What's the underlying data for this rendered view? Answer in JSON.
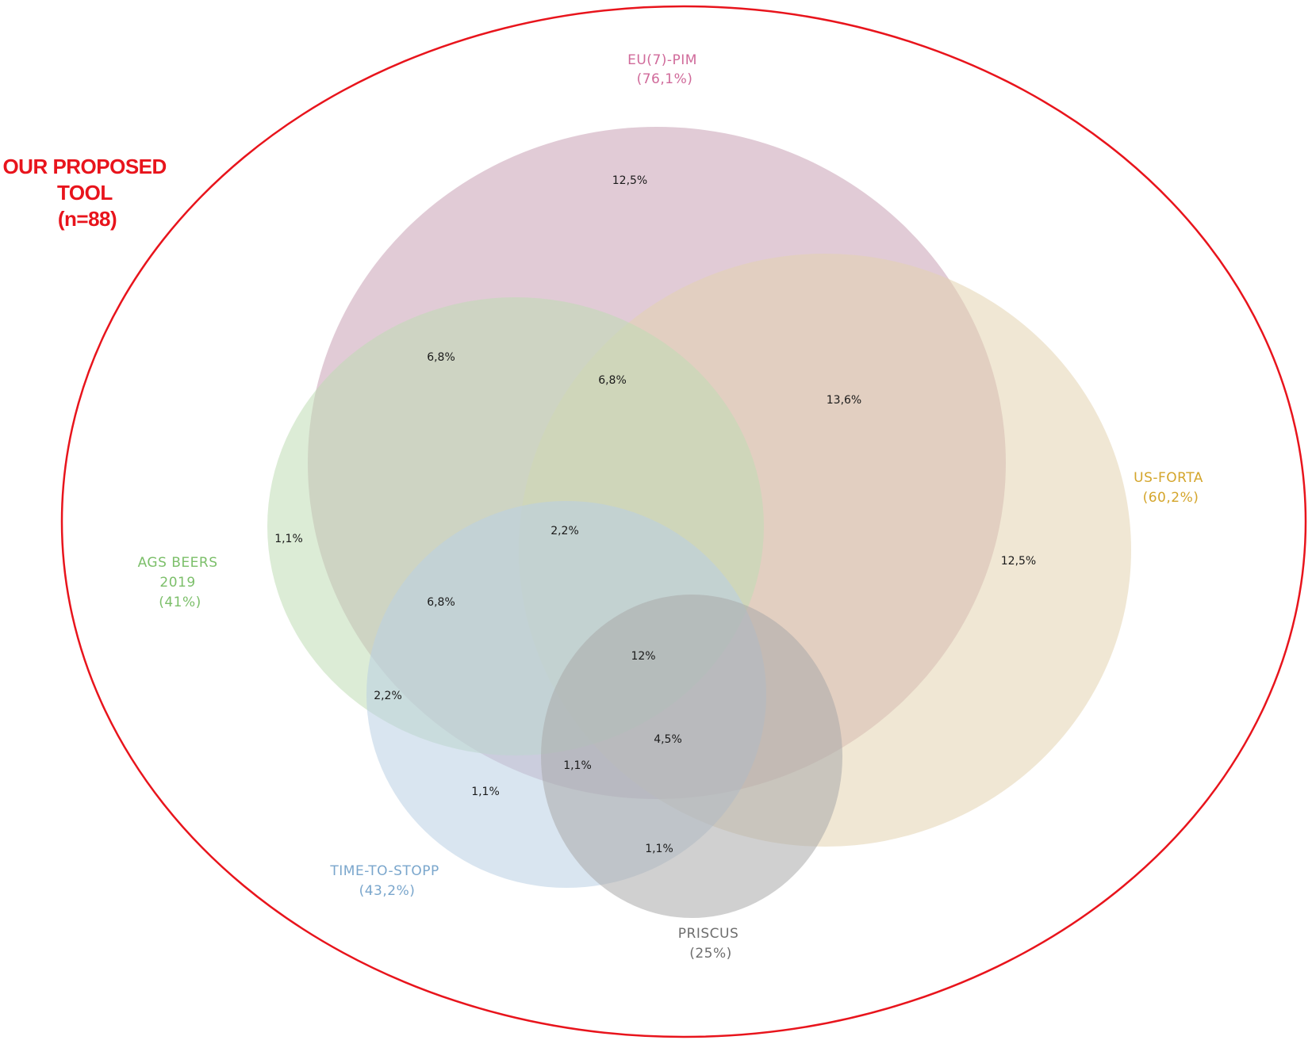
{
  "container": {
    "label_lines": [
      "OUR PROPOSED",
      "TOOL",
      "(n=88)"
    ],
    "color": "#e8141c"
  },
  "sets": [
    {
      "key": "eu7pim",
      "lines": [
        "EU(7)-PIM",
        "(76,1%)"
      ],
      "fill": "#c9a0b4",
      "label_color": "#d06a9a"
    },
    {
      "key": "usforta",
      "lines": [
        "US-FORTA",
        "(60,2%)"
      ],
      "fill": "#e3d4b0",
      "label_color": "#d4a52b"
    },
    {
      "key": "agsbeers",
      "lines": [
        "AGS BEERS",
        "2019",
        "(41%)"
      ],
      "fill": "#bfdcb4",
      "label_color": "#7cbf6a"
    },
    {
      "key": "timetostopp",
      "lines": [
        "TIME-TO-STOPP",
        "(43,2%)"
      ],
      "fill": "#b9cfe3",
      "label_color": "#7aa6cc"
    },
    {
      "key": "priscus",
      "lines": [
        "PRISCUS",
        "(25%)"
      ],
      "fill": "#a9a9a9",
      "label_color": "#6e6e6e"
    }
  ],
  "regions": [
    {
      "key": "eu-only",
      "value": "12,5%"
    },
    {
      "key": "eu-beers",
      "value": "6,8%"
    },
    {
      "key": "eu-beers-forta",
      "value": "6,8%"
    },
    {
      "key": "eu-forta",
      "value": "13,6%"
    },
    {
      "key": "forta-only",
      "value": "12,5%"
    },
    {
      "key": "beers-only",
      "value": "1,1%"
    },
    {
      "key": "eu-beers-forta-stopp",
      "value": "2,2%"
    },
    {
      "key": "eu-beers-stopp",
      "value": "6,8%"
    },
    {
      "key": "all-five",
      "value": "12%"
    },
    {
      "key": "beers-stopp",
      "value": "2,2%"
    },
    {
      "key": "eu-forta-priscus",
      "value": "4,5%"
    },
    {
      "key": "eu-stopp-priscus",
      "value": "1,1%"
    },
    {
      "key": "stopp-only",
      "value": "1,1%"
    },
    {
      "key": "stopp-priscus",
      "value": "1,1%"
    }
  ]
}
